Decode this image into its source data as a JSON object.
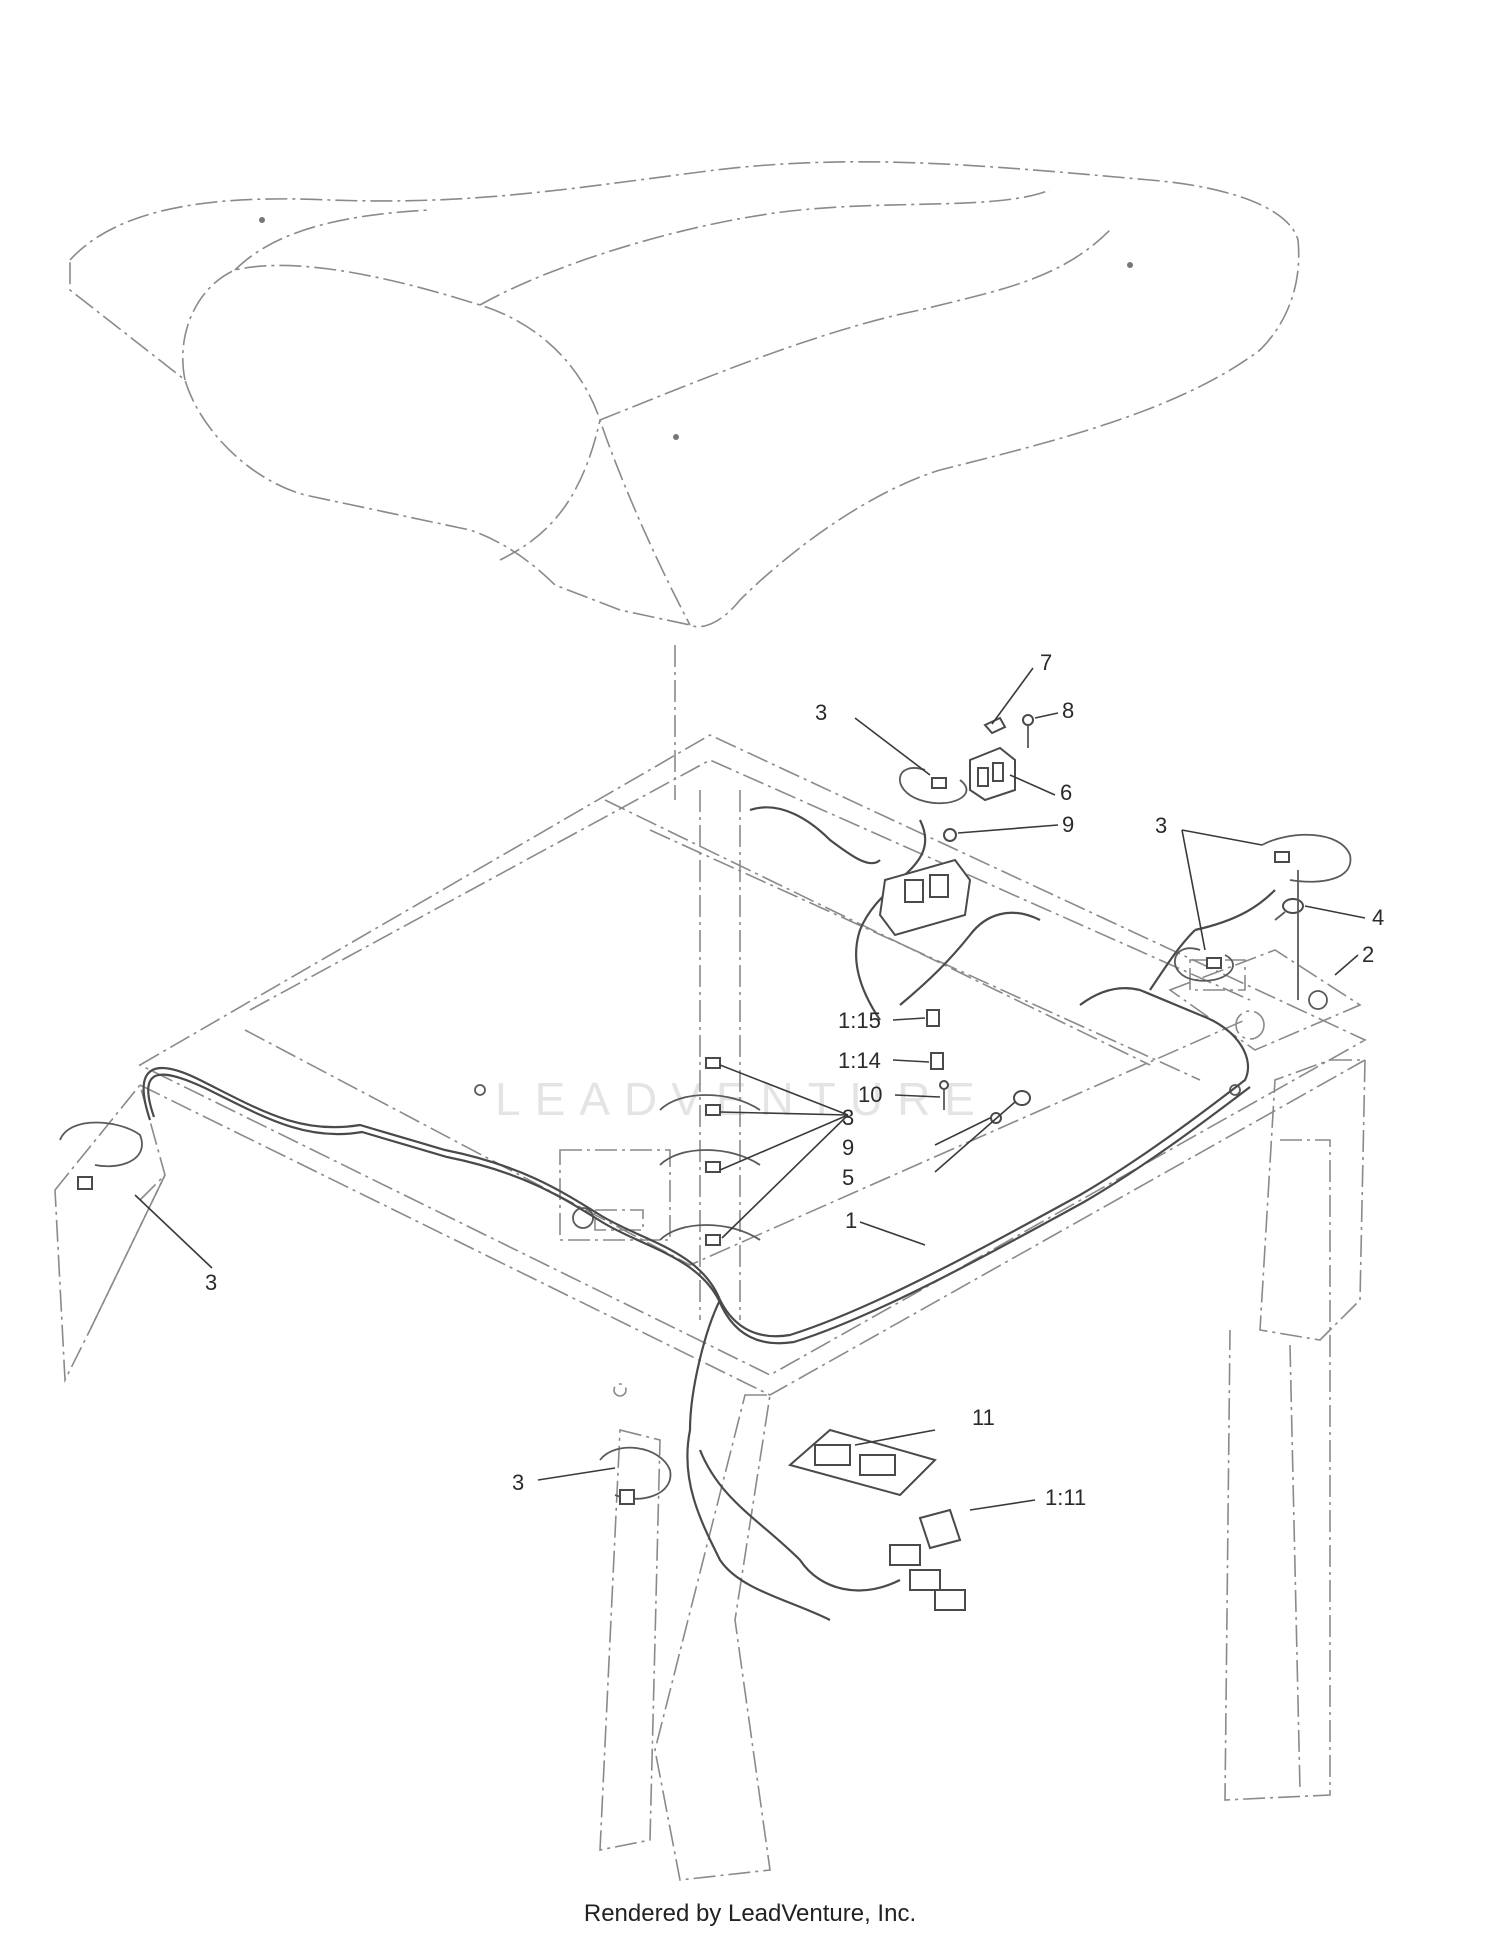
{
  "watermark": "LEADVENTURE",
  "footer": "Rendered by LeadVenture, Inc.",
  "callouts": [
    {
      "id": "c7",
      "label": "7"
    },
    {
      "id": "c8",
      "label": "8"
    },
    {
      "id": "c3a",
      "label": "3"
    },
    {
      "id": "c6",
      "label": "6"
    },
    {
      "id": "c9a",
      "label": "9"
    },
    {
      "id": "c3b",
      "label": "3"
    },
    {
      "id": "c4",
      "label": "4"
    },
    {
      "id": "c2",
      "label": "2"
    },
    {
      "id": "c115",
      "label": "1:15"
    },
    {
      "id": "c114",
      "label": "1:14"
    },
    {
      "id": "c10",
      "label": "10"
    },
    {
      "id": "c3c",
      "label": "3"
    },
    {
      "id": "c9b",
      "label": "9"
    },
    {
      "id": "c5",
      "label": "5"
    },
    {
      "id": "c1",
      "label": "1"
    },
    {
      "id": "c3d",
      "label": "3"
    },
    {
      "id": "c11",
      "label": "11"
    },
    {
      "id": "c111",
      "label": "1:11"
    },
    {
      "id": "c3e",
      "label": "3"
    }
  ]
}
